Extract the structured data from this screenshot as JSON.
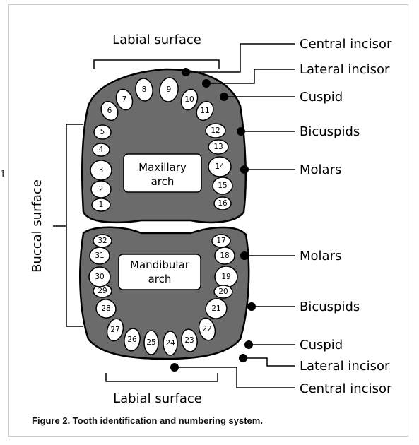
{
  "figure": {
    "caption": "Figure 2.   Tooth identification and numbering system.",
    "stray_mark": "1",
    "surfaces": {
      "labial_top": "Labial surface",
      "labial_bottom": "Labial surface",
      "buccal": "Buccal surface"
    },
    "arches": {
      "maxillary_line1": "Maxillary",
      "maxillary_line2": "arch",
      "mandibular_line1": "Mandibular",
      "mandibular_line2": "arch"
    },
    "upper_labels": {
      "central_incisor": "Central incisor",
      "lateral_incisor": "Lateral incisor",
      "cuspid": "Cuspid",
      "bicuspids": "Bicuspids",
      "molars": "Molars"
    },
    "lower_labels": {
      "molars": "Molars",
      "bicuspids": "Bicuspids",
      "cuspid": "Cuspid",
      "lateral_incisor": "Lateral incisor",
      "central_incisor": "Central incisor"
    },
    "teeth_upper": [
      "1",
      "2",
      "3",
      "4",
      "5",
      "6",
      "7",
      "8",
      "9",
      "10",
      "11",
      "12",
      "13",
      "14",
      "15",
      "16"
    ],
    "teeth_lower": [
      "17",
      "18",
      "19",
      "20",
      "21",
      "22",
      "23",
      "24",
      "25",
      "26",
      "27",
      "28",
      "29",
      "30",
      "31",
      "32"
    ],
    "colors": {
      "arch_fill": "#6b6b6b",
      "outline": "#000000",
      "tooth_fill": "#ffffff"
    }
  }
}
